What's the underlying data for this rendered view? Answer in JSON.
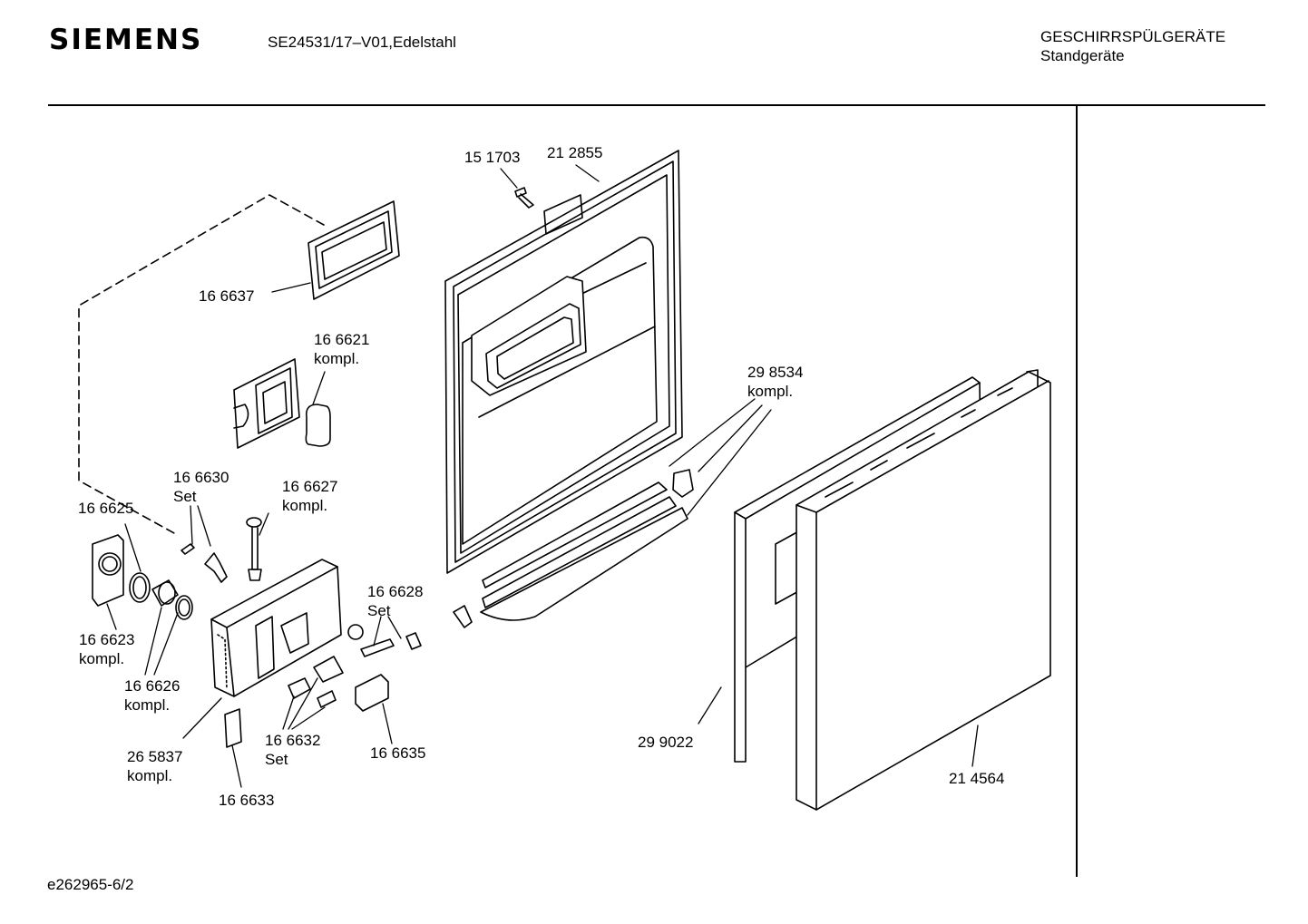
{
  "header": {
    "brand": "SIEMENS",
    "model": "SE24531/17–V01,Edelstahl",
    "category_line1": "GESCHIRRSPÜLGERÄTE",
    "category_line2": "Standgeräte"
  },
  "footer": {
    "doc_id": "e262965-6/2"
  },
  "parts": [
    {
      "id": "p151703",
      "number": "15 1703",
      "note": ""
    },
    {
      "id": "p212855",
      "number": "21 2855",
      "note": ""
    },
    {
      "id": "p166637",
      "number": "16 6637",
      "note": ""
    },
    {
      "id": "p166621",
      "number": "16 6621",
      "note": "kompl."
    },
    {
      "id": "p298534",
      "number": "29 8534",
      "note": "kompl."
    },
    {
      "id": "p166630",
      "number": "16 6630",
      "note": "Set"
    },
    {
      "id": "p166627",
      "number": "16 6627",
      "note": "kompl."
    },
    {
      "id": "p166625",
      "number": "16 6625",
      "note": ""
    },
    {
      "id": "p166628",
      "number": "16 6628",
      "note": "Set"
    },
    {
      "id": "p166623",
      "number": "16 6623",
      "note": "kompl."
    },
    {
      "id": "p166626",
      "number": "16 6626",
      "note": "kompl."
    },
    {
      "id": "p299022",
      "number": "29 9022",
      "note": ""
    },
    {
      "id": "p265837",
      "number": "26 5837",
      "note": "kompl."
    },
    {
      "id": "p166632",
      "number": "16 6632",
      "note": "Set"
    },
    {
      "id": "p166635",
      "number": "16 6635",
      "note": ""
    },
    {
      "id": "p214564",
      "number": "21 4564",
      "note": ""
    },
    {
      "id": "p166633",
      "number": "16 6633",
      "note": ""
    }
  ]
}
